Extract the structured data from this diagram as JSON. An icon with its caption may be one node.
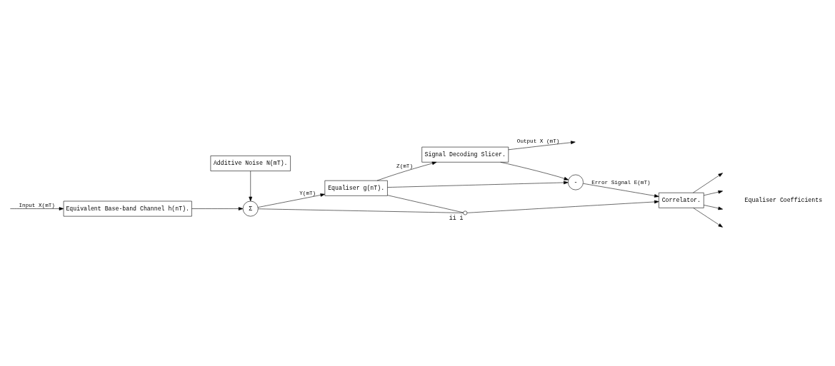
{
  "diagram": {
    "nodes": [
      {
        "text": [
          "Additive Noise N(mT)."
        ]
      },
      {
        "text": [
          "Equivalent Base-band Channel h(nT)."
        ]
      },
      {
        "text": [
          "Σ"
        ]
      },
      {
        "text": [
          "Equaliser g(nT)."
        ]
      },
      {
        "text": [
          "Signal Decoding Slicer."
        ]
      },
      {
        "text": [
          "-"
        ]
      },
      {
        "text": [
          "Correlator."
        ]
      },
      {
        "text": [],
        "shape": "circle",
        "beside": [
          "ii",
          "i"
        ]
      }
    ],
    "edges": [
      {
        "from": null,
        "to": 1,
        "arrow": "to",
        "label": "Input X(mT)"
      },
      {
        "from": 1,
        "to": 2,
        "arrow": "to"
      },
      {
        "from": 0,
        "to": 2,
        "arrow": "to"
      },
      {
        "from": 2,
        "to": 3,
        "arrow": "to",
        "label": "Y(mT)"
      },
      {
        "from": 3,
        "to": 4,
        "arrow": "to",
        "label": "Z(mT)"
      },
      {
        "from": 4,
        "to": null,
        "arrow": "to",
        "label": "Output X (mT)"
      },
      {
        "from": 2,
        "to": 7,
        "arrow": "none"
      },
      {
        "from": 3,
        "to": 7,
        "arrow": "none"
      },
      {
        "from": 7,
        "to": 6,
        "arrow": "to"
      },
      {
        "from": 3,
        "to": 5,
        "arrow": "to"
      },
      {
        "from": 4,
        "to": 5,
        "arrow": "to"
      },
      {
        "from": 5,
        "to": 6,
        "arrow": "to",
        "label": "Error Signal E(mT)"
      },
      {
        "from": 6,
        "to": null,
        "arrow": "to"
      },
      {
        "from": 6,
        "to": null,
        "arrow": "to"
      },
      {
        "from": 6,
        "to": null,
        "arrow": "to"
      },
      {
        "from": 6,
        "to": null,
        "arrow": "to"
      }
    ],
    "labels": [
      "Equaliser Coefficients"
    ]
  }
}
